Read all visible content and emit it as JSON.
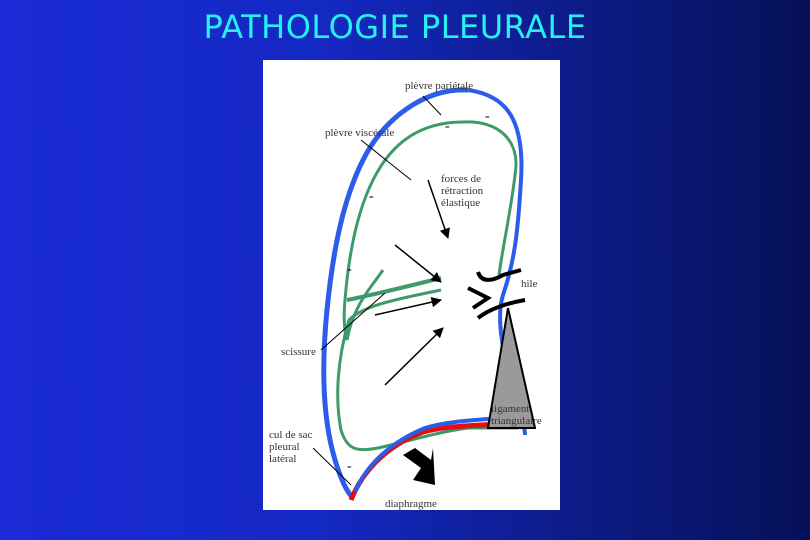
{
  "title": "PATHOLOGIE PLEURALE",
  "labels": {
    "plevre_parietale": "plèvre pariétale",
    "plevre_viscerale": "plèvre viscérale",
    "forces": "forces de\nrétraction\nélastique",
    "hile": "hile",
    "scissure": "scissure",
    "ligament": "ligament\ntriangulaire",
    "cul_de_sac": "cul de sac\npleural\nlatéral",
    "diaphragme": "diaphragme"
  },
  "signs": {
    "minus": "-"
  },
  "colors": {
    "parietal": "#2b5de8",
    "visceral": "#3e9a6a",
    "diaphragm": "#e01010",
    "ligament_fill": "#9a9a9a",
    "title": "#26f0f0"
  }
}
